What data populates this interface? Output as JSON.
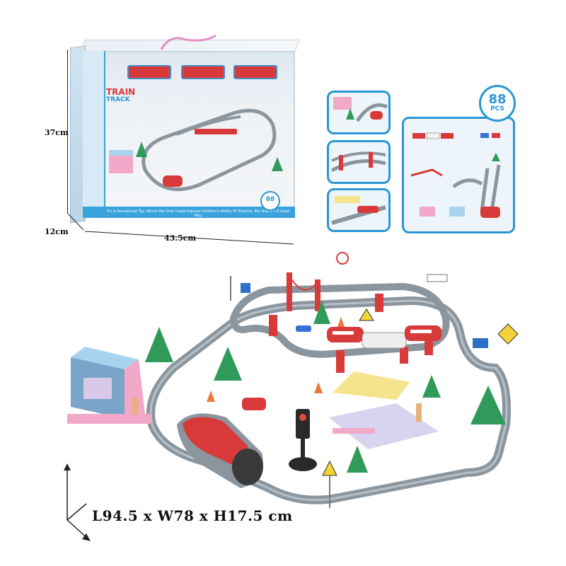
{
  "box": {
    "brand_line1": "TRAIN",
    "brand_line2": "TRACK",
    "piece_count": "88",
    "piece_unit": "PCS",
    "caption": "It's A Sensational Toy, Which Not Only Could Improve Children's Ability Of Practice, But Also It's A Good Play"
  },
  "dimensions": {
    "height": "37cm",
    "depth": "12cm",
    "width": "43.5cm",
    "assembled": "L94.5 x W78 x H17.5 cm"
  },
  "colors": {
    "track": "#8a959e",
    "train_red": "#d83a3a",
    "panel_blue": "#2b96d3",
    "tree_green": "#2f9a5a"
  }
}
